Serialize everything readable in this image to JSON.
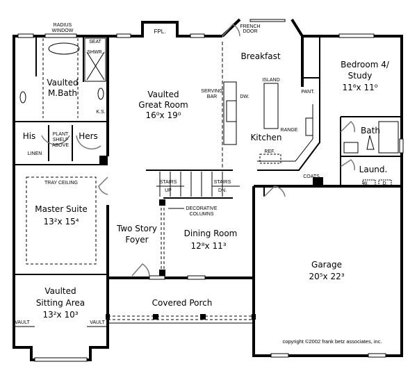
{
  "rooms": {
    "great_room": {
      "line1": "Vaulted",
      "line2": "Great Room",
      "dims": "16⁰x 19⁰"
    },
    "breakfast": {
      "name": "Breakfast"
    },
    "kitchen": {
      "name": "Kitchen"
    },
    "bedroom4": {
      "line1": "Bedroom 4/",
      "line2": "Study",
      "dims": "11⁶x 11⁰"
    },
    "bath": {
      "name": "Bath"
    },
    "laundry": {
      "name": "Laund."
    },
    "m_bath": {
      "line1": "Vaulted",
      "line2": "M.Bath"
    },
    "his": {
      "name": "His"
    },
    "hers": {
      "name": "Hers"
    },
    "master_suite": {
      "name": "Master Suite",
      "dims": "13²x 15⁴"
    },
    "foyer": {
      "line1": "Two Story",
      "line2": "Foyer"
    },
    "dining": {
      "name": "Dining Room",
      "dims": "12⁸x 11³"
    },
    "garage": {
      "name": "Garage",
      "dims": "20⁵x 22³"
    },
    "porch": {
      "name": "Covered Porch"
    },
    "sitting": {
      "line1": "Vaulted",
      "line2": "Sitting Area",
      "dims": "13²x 10³"
    }
  },
  "notes": {
    "radius_window_1": "RADIUS",
    "radius_window_2": "WINDOW",
    "fpl": "FPL.",
    "french_door_1": "FRENCH",
    "french_door_2": "DOOR",
    "seat": "SEAT",
    "shower": "SHWR.",
    "ks": "K.S.",
    "plant_shelf_1": "PLANT",
    "plant_shelf_2": "SHELF",
    "plant_shelf_3": "ABOVE",
    "linen": "LINEN",
    "serving_bar_1": "SERVING",
    "serving_bar_2": "BAR",
    "dw": "DW.",
    "island": "ISLAND",
    "range": "RANGE",
    "ref": "REF.",
    "pantry": "PANT.",
    "coats": "COATS",
    "washer": "W.",
    "dryer": "D.",
    "tray_ceiling": "TRAY CEILING",
    "stairs_up_1": "STAIRS",
    "stairs_up_2": "UP",
    "stairs_dn_1": "STAIRS",
    "stairs_dn_2": "DN.",
    "columns_1": "DECORATIVE",
    "columns_2": "COLUMNS",
    "vault_left": "VAULT",
    "vault_right": "VAULT"
  },
  "copyright": "copyright ©2002 frank betz associates, inc."
}
